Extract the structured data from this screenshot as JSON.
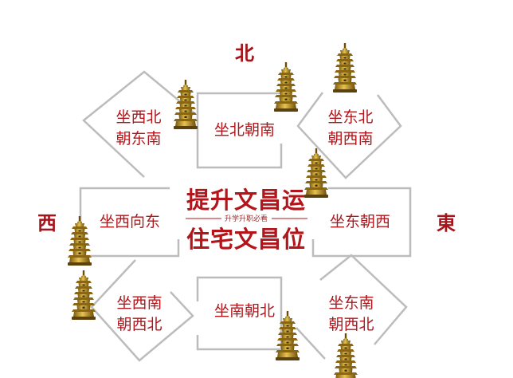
{
  "directions": {
    "north": "北",
    "west": "西",
    "east": "東"
  },
  "rooms": {
    "nw": [
      "坐西北",
      "朝东南"
    ],
    "n": [
      "坐北朝南"
    ],
    "ne": [
      "坐东北",
      "朝西南"
    ],
    "w": [
      "坐西向东"
    ],
    "e": [
      "坐东朝西"
    ],
    "sw": [
      "坐西南",
      "朝西北"
    ],
    "s": [
      "坐南朝北"
    ],
    "se": [
      "坐东南",
      "朝西北"
    ]
  },
  "center": {
    "title_top": "提升文昌运",
    "subtitle": "升学升职必看",
    "title_bottom": "住宅文昌位"
  },
  "colors": {
    "accent_red": "#b0171c",
    "frame_gray": "#bcbcbc",
    "pagoda_gold": "#c9a227"
  },
  "icons": [
    "pagoda-icon"
  ]
}
